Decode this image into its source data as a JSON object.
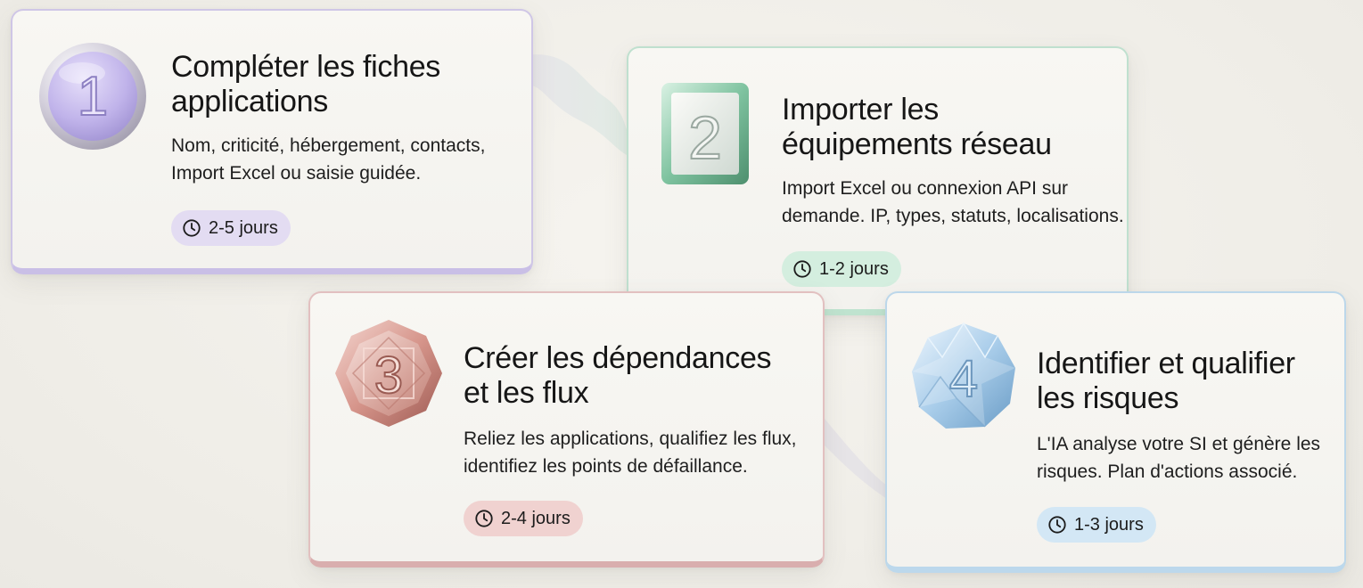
{
  "steps": [
    {
      "number": "1",
      "title_line1": "Compléter les fiches",
      "title_line2": "applications",
      "desc_line1": "Nom, criticité, hébergement, contacts,",
      "desc_line2": "Import Excel ou saisie guidée.",
      "duration": "2-5 jours",
      "accent": "#c9bfe6",
      "badge_icon": "circle-medal-icon"
    },
    {
      "number": "2",
      "title_line1": "Importer les",
      "title_line2": "équipements réseau",
      "desc_line1": "Import Excel ou connexion API sur",
      "desc_line2": "demande. IP, types, statuts, localisations.",
      "duration": "1-2 jours",
      "accent": "#bfe3cf",
      "badge_icon": "square-tile-icon"
    },
    {
      "number": "3",
      "title_line1": "Créer les dépendances",
      "title_line2": "et les flux",
      "desc_line1": "Reliez les applications, qualifiez les flux,",
      "desc_line2": "identifiez les points de défaillance.",
      "duration": "2-4 jours",
      "accent": "#d9aeae",
      "badge_icon": "octagon-gem-icon"
    },
    {
      "number": "4",
      "title_line1": "Identifier et qualifier",
      "title_line2": "les risques",
      "desc_line1": "L'IA analyse votre SI et génère les",
      "desc_line2": "risques. Plan d'actions associé.",
      "duration": "1-3 jours",
      "accent": "#bcd8ec",
      "badge_icon": "crystal-gem-icon"
    }
  ]
}
